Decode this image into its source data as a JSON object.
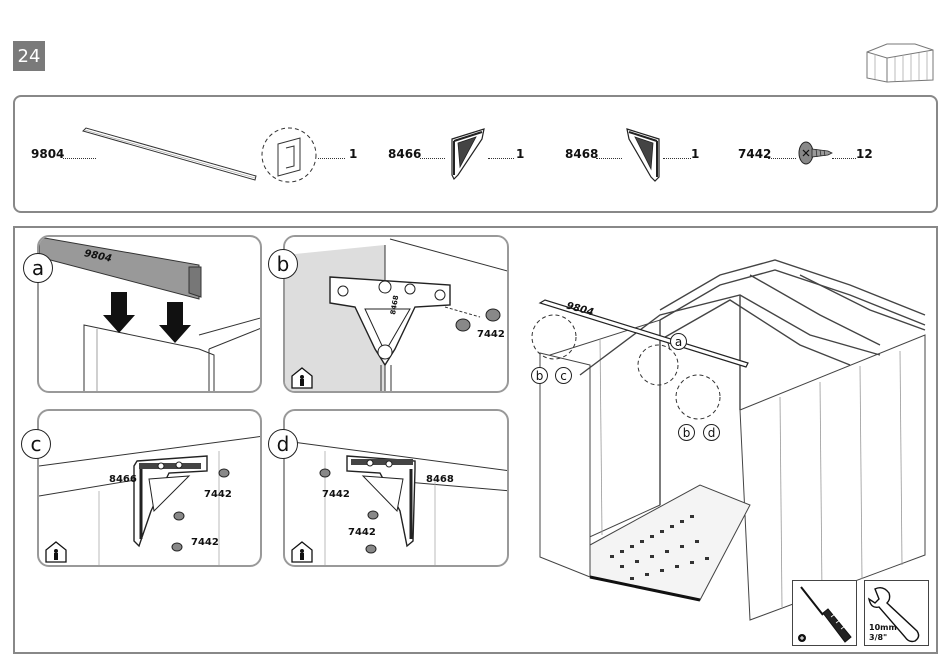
{
  "step": {
    "number": "24"
  },
  "parts": [
    {
      "code": "9804",
      "qty": "1"
    },
    {
      "code": "8466",
      "qty": "1"
    },
    {
      "code": "8468",
      "qty": "1"
    },
    {
      "code": "7442",
      "qty": "12"
    }
  ],
  "panels": {
    "a": {
      "letter": "a",
      "part_label": "9804"
    },
    "b": {
      "letter": "b",
      "screw_label": "7442",
      "stamp": "8468"
    },
    "c": {
      "letter": "c",
      "bracket_label": "8466",
      "screw_label_1": "7442",
      "screw_label_2": "7442"
    },
    "d": {
      "letter": "d",
      "bracket_label": "8468",
      "screw_label_1": "7442",
      "screw_label_2": "7442"
    }
  },
  "overview": {
    "part_label": "9804",
    "callout_a": "a",
    "callout_b1": "b",
    "callout_c": "c",
    "callout_b2": "b",
    "callout_d": "d"
  },
  "tools": {
    "wrench_size_metric": "10mm",
    "wrench_size_imperial": "3/8\""
  }
}
